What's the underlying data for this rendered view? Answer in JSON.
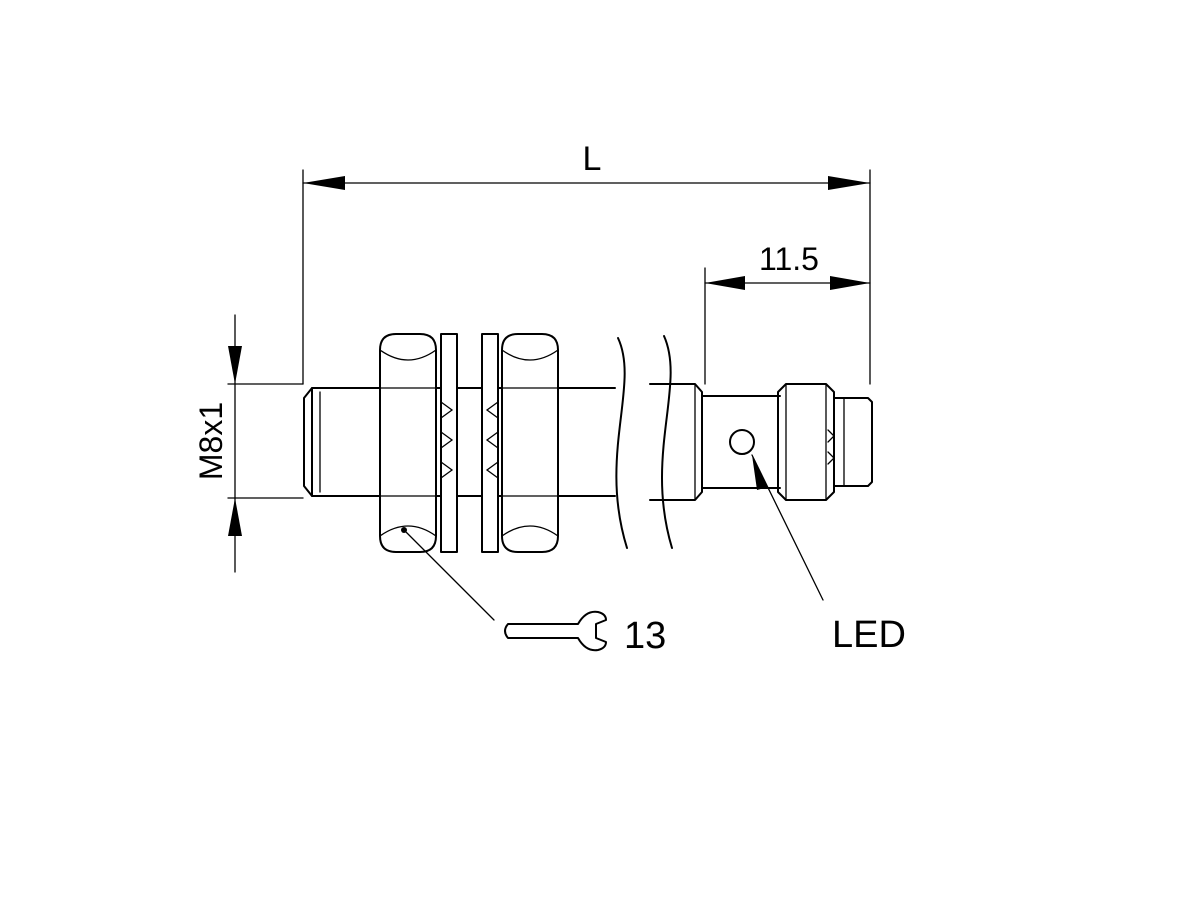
{
  "drawing": {
    "dim_overall_length": "L",
    "dim_connector_length": "11.5",
    "dim_thread": "M8x1",
    "wrench_size": "13",
    "led_label": "LED"
  }
}
